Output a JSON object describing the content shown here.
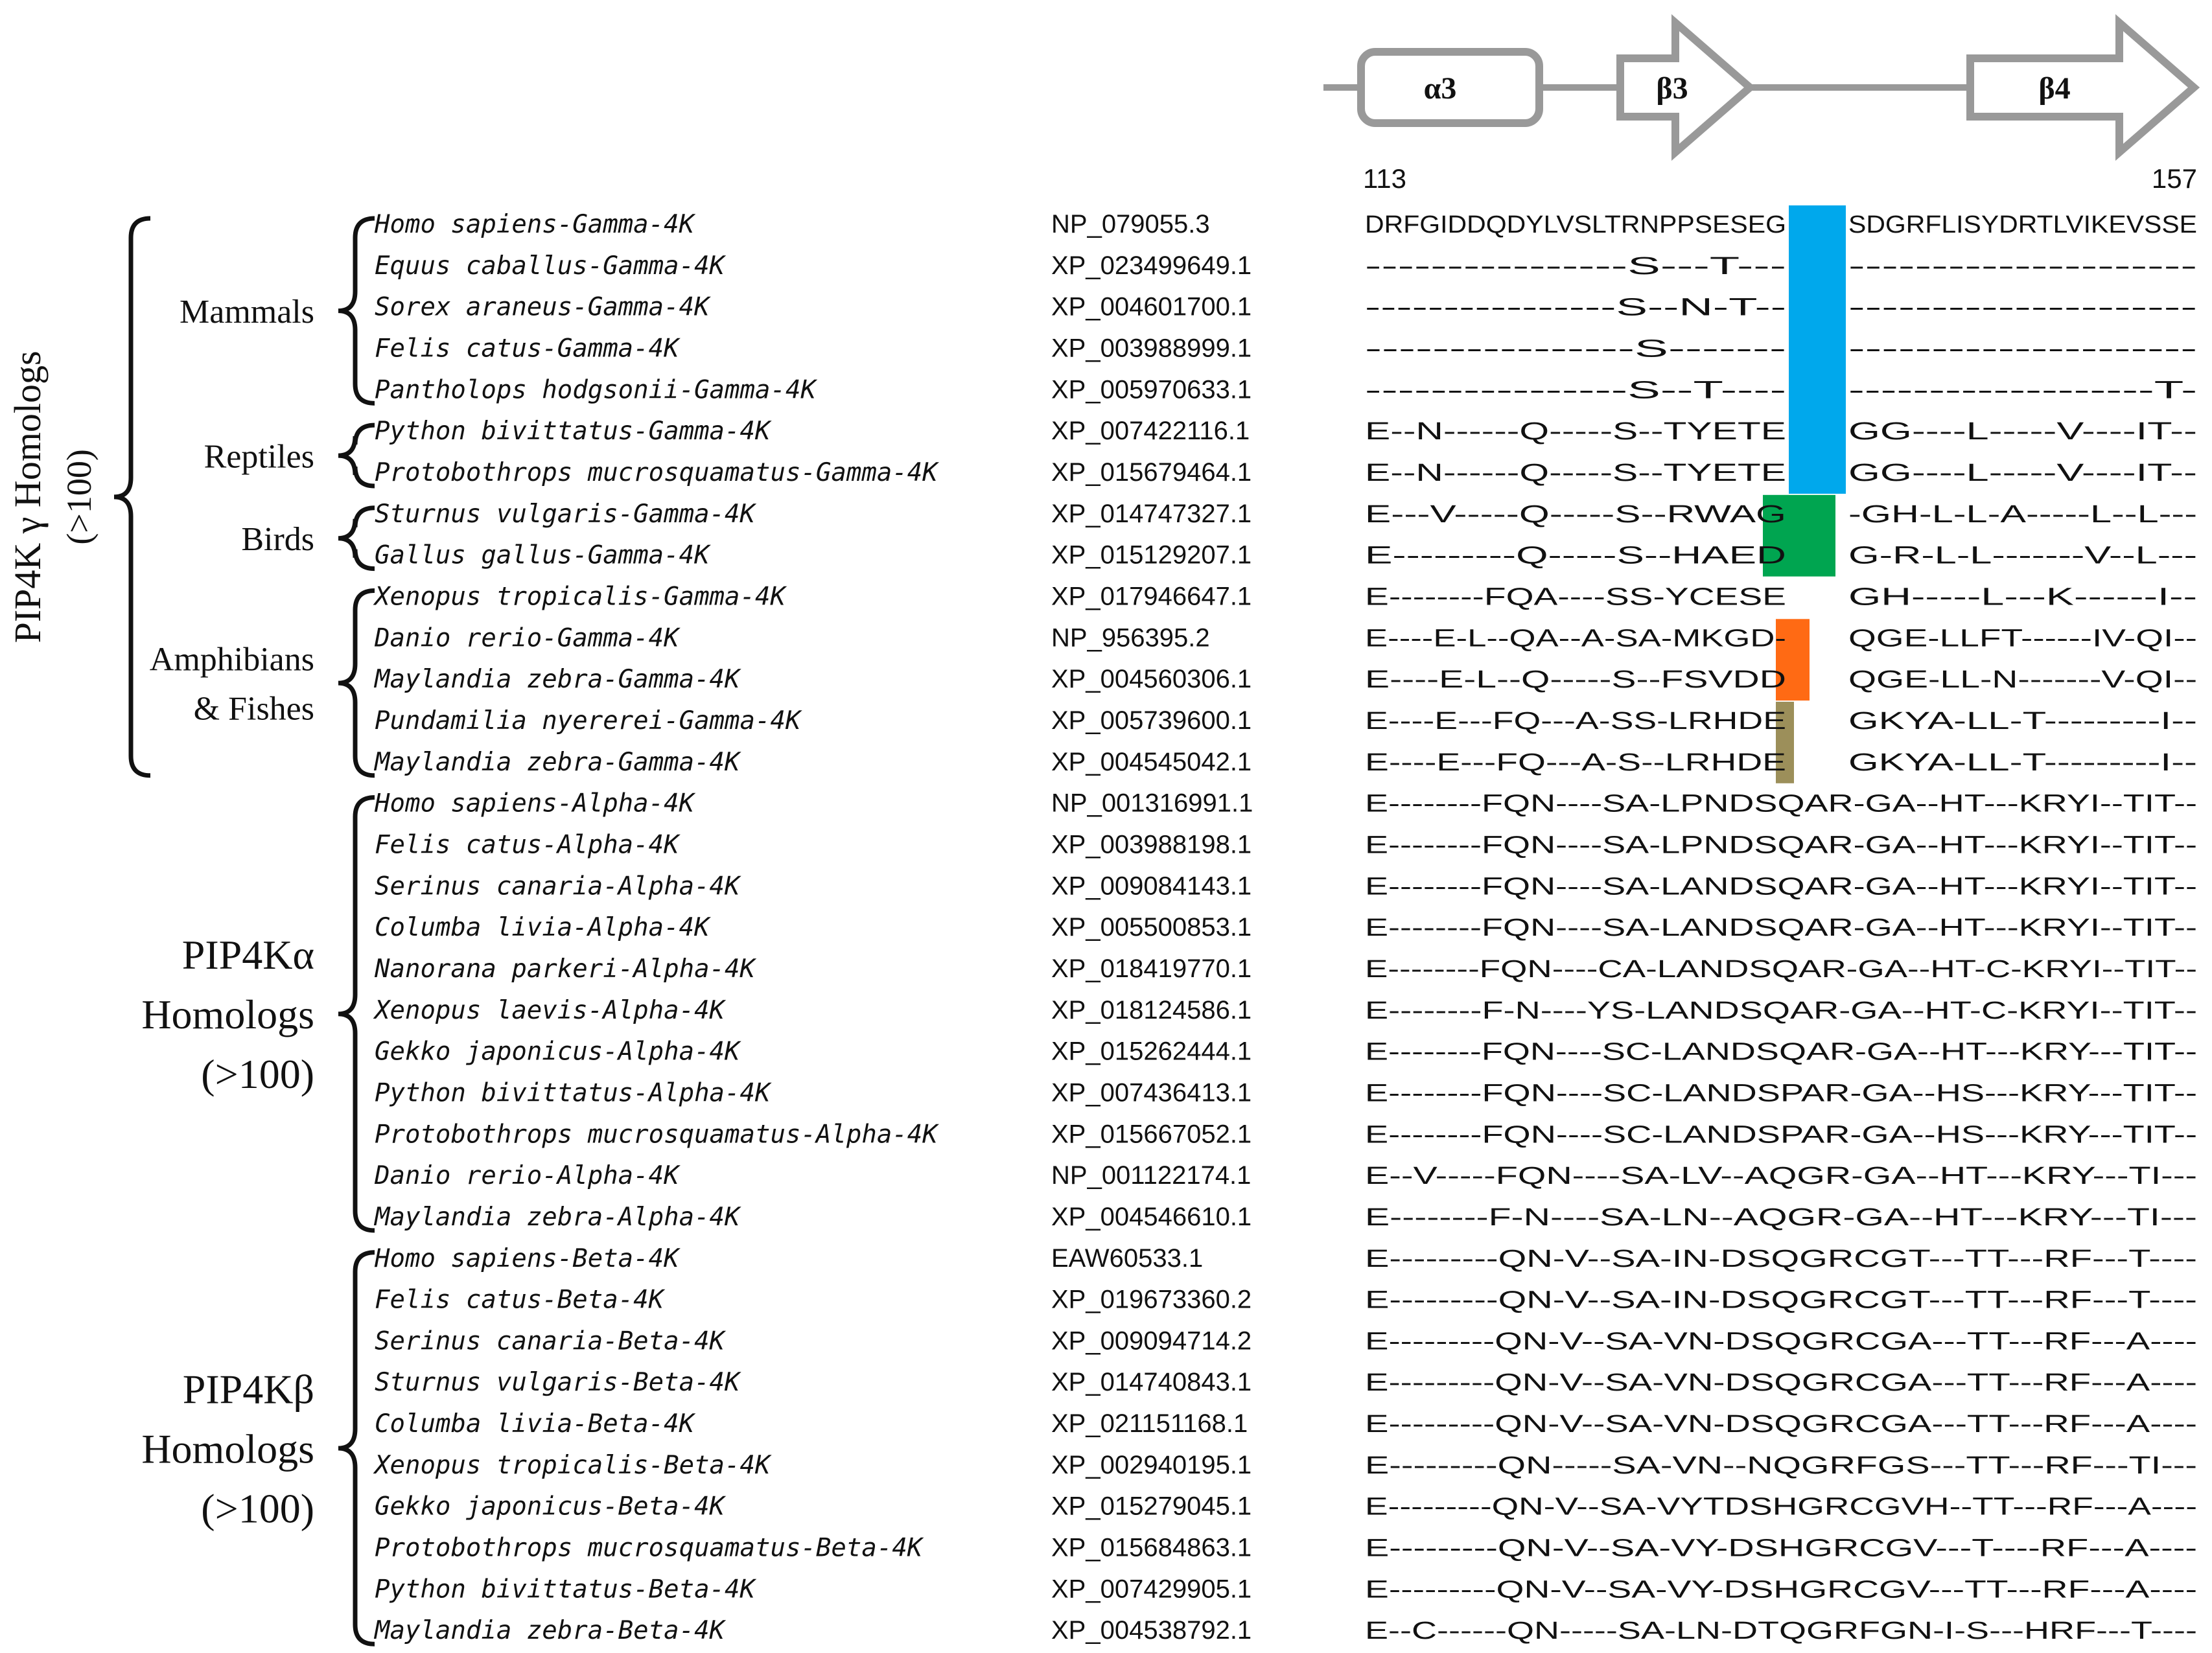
{
  "structure": {
    "elements": [
      {
        "type": "helix",
        "label": "α3"
      },
      {
        "type": "strand",
        "label": "β3"
      },
      {
        "type": "strand",
        "label": "β4"
      }
    ],
    "start_residue": "113",
    "end_residue": "157",
    "colors": {
      "line": "#999999",
      "shape": "#999999"
    }
  },
  "groups": [
    {
      "label_lines": [
        "PIP4K γ Homologs",
        "(>100)"
      ],
      "orientation": "vertical"
    },
    {
      "label_lines": [
        "PIP4Kα",
        "Homologs",
        "(>100)"
      ]
    },
    {
      "label_lines": [
        "PIP4Kβ",
        "Homologs",
        "(>100)"
      ]
    }
  ],
  "subgroups": [
    {
      "label_lines": [
        "Mammals"
      ]
    },
    {
      "label_lines": [
        "Reptiles"
      ]
    },
    {
      "label_lines": [
        "Birds"
      ]
    },
    {
      "label_lines": [
        "Amphibians",
        "& Fishes"
      ]
    }
  ],
  "rows": [
    {
      "species": "Homo sapiens-Gamma-4K",
      "accession": "NP_079055.3",
      "sequence": "DRFGIDDQDYLVSLTRNPPSESEG",
      "sequence_after": "SDGRFLISYDRTLVIKEVSSE"
    },
    {
      "species": "Equus caballus-Gamma-4K",
      "accession": "XP_023499649.1",
      "sequence": "----------------S---T---",
      "sequence_after": "---------------------"
    },
    {
      "species": "Sorex araneus-Gamma-4K",
      "accession": "XP_004601700.1",
      "sequence": "----------------S--N-T--",
      "sequence_after": "---------------------"
    },
    {
      "species": "Felis catus-Gamma-4K",
      "accession": "XP_003988999.1",
      "sequence": "----------------S-------",
      "sequence_after": "---------------------"
    },
    {
      "species": "Pantholops hodgsonii-Gamma-4K",
      "accession": "XP_005970633.1",
      "sequence": "----------------S--T----",
      "sequence_after": "-------------------T-"
    },
    {
      "species": "Python bivittatus-Gamma-4K",
      "accession": "XP_007422116.1",
      "sequence": "E--N------Q-----S--TYETE",
      "sequence_after": "GG----L-----V----IT--"
    },
    {
      "species": "Protobothrops mucrosquamatus-Gamma-4K",
      "accession": "XP_015679464.1",
      "sequence": "E--N------Q-----S--TYETE",
      "sequence_after": "GG----L-----V----IT--"
    },
    {
      "species": "Sturnus vulgaris-Gamma-4K",
      "accession": "XP_014747327.1",
      "sequence": "E---V-----Q-----S--RWAG",
      "sequence_after": "-GH-L-L-A-----L--L---"
    },
    {
      "species": "Gallus gallus-Gamma-4K",
      "accession": "XP_015129207.1",
      "sequence": "E---------Q-----S--HAED",
      "sequence_after": "G-R-L-L-------V--L---"
    },
    {
      "species": "Xenopus tropicalis-Gamma-4K",
      "accession": "XP_017946647.1",
      "sequence": "E--------FQA----SS-YCESE",
      "sequence_after": "GH-----L---K------I--"
    },
    {
      "species": "Danio rerio-Gamma-4K",
      "accession": "NP_956395.2",
      "sequence": "E----E-L--QA--A-SA-MKGD-",
      "sequence_after": "QGE-LLFT------IV-QI--"
    },
    {
      "species": "Maylandia zebra-Gamma-4K",
      "accession": "XP_004560306.1",
      "sequence": "E----E-L--Q-----S--FSVDD",
      "sequence_after": "QGE-LL-N-------V-QI--"
    },
    {
      "species": "Pundamilia nyererei-Gamma-4K",
      "accession": "XP_005739600.1",
      "sequence": "E----E---FQ---A-SS-LRHDE",
      "sequence_after": "GKYA-LL-T---------I--"
    },
    {
      "species": "Maylandia zebra-Gamma-4K",
      "accession": "XP_004545042.1",
      "sequence": "E----E---FQ---A-S--LRHDE",
      "sequence_after": "GKYA-LL-T---------I--"
    },
    {
      "species": "Homo sapiens-Alpha-4K",
      "accession": "NP_001316991.1",
      "sequence": "E--------FQN----SA-LPNDSQAR-GA--HT---KRYI--TIT--",
      "sequence_after": ""
    },
    {
      "species": "Felis catus-Alpha-4K",
      "accession": "XP_003988198.1",
      "sequence": "E--------FQN----SA-LPNDSQAR-GA--HT---KRYI--TIT--",
      "sequence_after": ""
    },
    {
      "species": "Serinus canaria-Alpha-4K",
      "accession": "XP_009084143.1",
      "sequence": "E--------FQN----SA-LANDSQAR-GA--HT---KRYI--TIT--",
      "sequence_after": ""
    },
    {
      "species": "Columba livia-Alpha-4K",
      "accession": "XP_005500853.1",
      "sequence": "E--------FQN----SA-LANDSQAR-GA--HT---KRYI--TIT--",
      "sequence_after": ""
    },
    {
      "species": "Nanorana parkeri-Alpha-4K",
      "accession": "XP_018419770.1",
      "sequence": "E--------FQN----CA-LANDSQAR-GA--HT-C-KRYI--TIT--",
      "sequence_after": ""
    },
    {
      "species": "Xenopus laevis-Alpha-4K",
      "accession": "XP_018124586.1",
      "sequence": "E--------F-N----YS-LANDSQAR-GA--HT-C-KRYI--TIT--",
      "sequence_after": ""
    },
    {
      "species": "Gekko japonicus-Alpha-4K",
      "accession": "XP_015262444.1",
      "sequence": "E--------FQN----SC-LANDSQAR-GA--HT---KRY---TIT--",
      "sequence_after": ""
    },
    {
      "species": "Python bivittatus-Alpha-4K",
      "accession": "XP_007436413.1",
      "sequence": "E--------FQN----SC-LANDSPAR-GA--HS---KRY---TIT--",
      "sequence_after": ""
    },
    {
      "species": "Protobothrops mucrosquamatus-Alpha-4K",
      "accession": "XP_015667052.1",
      "sequence": "E--------FQN----SC-LANDSPAR-GA--HS---KRY---TIT--",
      "sequence_after": ""
    },
    {
      "species": "Danio rerio-Alpha-4K",
      "accession": "NP_001122174.1",
      "sequence": "E--V-----FQN----SA-LV--AQGR-GA--HT---KRY---TI---",
      "sequence_after": ""
    },
    {
      "species": "Maylandia zebra-Alpha-4K",
      "accession": "XP_004546610.1",
      "sequence": "E--------F-N----SA-LN--AQGR-GA--HT---KRY---TI---",
      "sequence_after": ""
    },
    {
      "species": "Homo sapiens-Beta-4K",
      "accession": "EAW60533.1",
      "sequence": "E---------QN-V--SA-IN-DSQGRCGT---TT---RF---T----",
      "sequence_after": ""
    },
    {
      "species": "Felis catus-Beta-4K",
      "accession": "XP_019673360.2",
      "sequence": "E---------QN-V--SA-IN-DSQGRCGT---TT---RF---T----",
      "sequence_after": ""
    },
    {
      "species": "Serinus canaria-Beta-4K",
      "accession": "XP_009094714.2",
      "sequence": "E---------QN-V--SA-VN-DSQGRCGA---TT---RF---A----",
      "sequence_after": ""
    },
    {
      "species": "Sturnus vulgaris-Beta-4K",
      "accession": "XP_014740843.1",
      "sequence": "E---------QN-V--SA-VN-DSQGRCGA---TT---RF---A----",
      "sequence_after": ""
    },
    {
      "species": "Columba livia-Beta-4K",
      "accession": "XP_021151168.1",
      "sequence": "E---------QN-V--SA-VN-DSQGRCGA---TT---RF---A----",
      "sequence_after": ""
    },
    {
      "species": "Xenopus tropicalis-Beta-4K",
      "accession": "XP_002940195.1",
      "sequence": "E---------QN-----SA-VN--NQGRFGS---TT---RF---TI---",
      "sequence_after": ""
    },
    {
      "species": "Gekko japonicus-Beta-4K",
      "accession": "XP_015279045.1",
      "sequence": "E---------QN-V--SA-VYTDSHGRCGVH--TT---RF---A----",
      "sequence_after": ""
    },
    {
      "species": "Protobothrops mucrosquamatus-Beta-4K",
      "accession": "XP_015684863.1",
      "sequence": "E---------QN-V--SA-VY-DSHGRCGV---T----RF---A----",
      "sequence_after": ""
    },
    {
      "species": "Python bivittatus-Beta-4K",
      "accession": "XP_007429905.1",
      "sequence": "E---------QN-V--SA-VY-DSHGRCGV---TT---RF---A----",
      "sequence_after": ""
    },
    {
      "species": "Maylandia zebra-Beta-4K",
      "accession": "XP_004538792.1",
      "sequence": "E--C------QN-----SA-LN-DTQGRFGN-I-S---HRF---T----",
      "sequence_after": ""
    }
  ],
  "highlights": [
    {
      "color": "#00a8ec",
      "first_row": 0,
      "last_row": 6
    },
    {
      "color": "#00a550",
      "first_row": 7,
      "last_row": 8
    },
    {
      "color": "#ff6a14",
      "first_row": 10,
      "last_row": 11
    },
    {
      "color": "#9c8f5a",
      "first_row": 12,
      "last_row": 13
    }
  ]
}
